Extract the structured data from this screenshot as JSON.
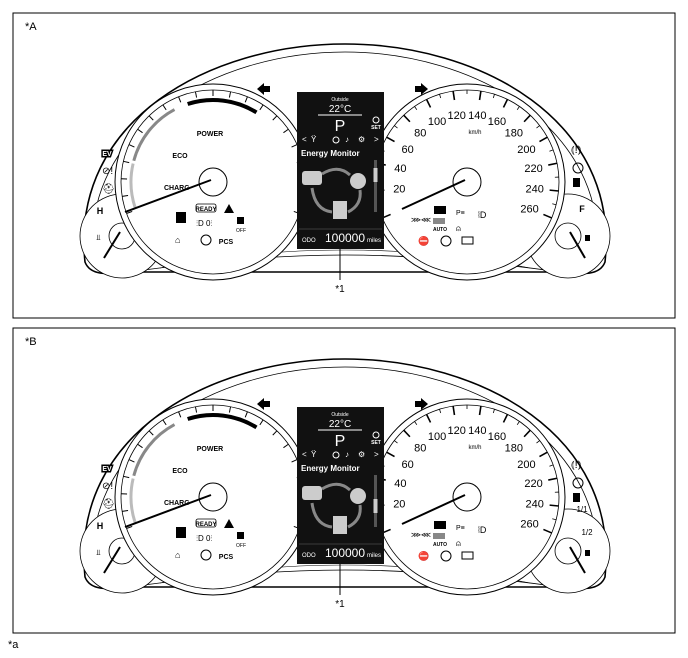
{
  "figure_label": "*a",
  "colors": {
    "line": "#000000",
    "display_bg": "#111111",
    "display_text": "#ffffff",
    "arc_eco": "#888888",
    "arc_charge": "#bbbbbb"
  },
  "panels": [
    {
      "label": "*A",
      "callout": "*1",
      "fuel_gauge_labels": [
        "F"
      ],
      "scroll_position": 0.35
    },
    {
      "label": "*B",
      "callout": "*1",
      "fuel_gauge_labels": [
        "1/1",
        "1/2"
      ],
      "scroll_position": 0.75
    }
  ],
  "cluster": {
    "hybrid_meter": {
      "power": "POWER",
      "eco": "ECO",
      "charge": "CHARG"
    },
    "speedometer": {
      "unit": "km/h",
      "ticks": [
        "20",
        "40",
        "60",
        "80",
        "100",
        "120",
        "140",
        "160",
        "180",
        "200",
        "220",
        "240",
        "260"
      ]
    },
    "temp_gauge": {
      "label": "H"
    },
    "display": {
      "outside_label": "Outside",
      "temperature": "22°C",
      "shift": "P",
      "set_label": "SET",
      "title": "Energy Monitor",
      "odo_label": "ODO",
      "odo_value": "100000",
      "odo_unit": "miles"
    },
    "indicators": {
      "ready": "READY",
      "pcs": "PCS",
      "off": "OFF",
      "auto": "AUTO",
      "ev": "EV"
    },
    "icons": [
      "turn-left-arrow-icon",
      "turn-right-arrow-icon",
      "ev-mode-icon",
      "power-steering-icon",
      "airbag-icon",
      "ready-icon",
      "master-warning-icon",
      "vsc-icon",
      "fog-lights-icon",
      "vsc-off-icon",
      "check-engine-icon",
      "brake-icon",
      "high-beam-icon",
      "clearance-icon",
      "parking-light-icon",
      "headlight-leveling-icon",
      "auto-high-beam-icon",
      "seatbelt-icon",
      "door-icon",
      "parking-brake-icon",
      "battery-icon",
      "tpms-icon",
      "abs-icon",
      "fuel-icon"
    ]
  }
}
